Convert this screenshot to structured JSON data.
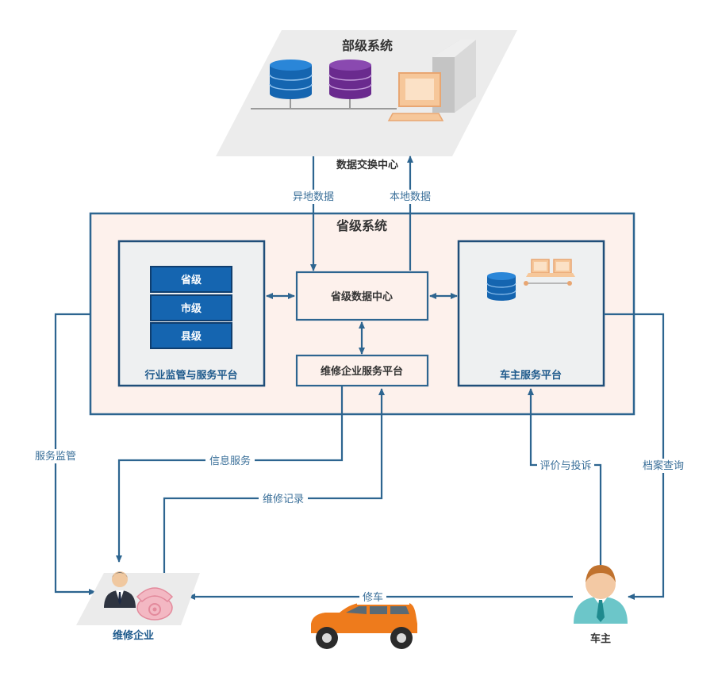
{
  "ministry": {
    "title": "部级系统",
    "exchange_label": "数据交换中心"
  },
  "flows": {
    "remote_data": "异地数据",
    "local_data": "本地数据",
    "service_supervision": "服务监管",
    "info_service": "信息服务",
    "repair_record": "维修记录",
    "review_complaint": "评价与投诉",
    "archive_query": "档案查询",
    "repair_car": "修车"
  },
  "province": {
    "title": "省级系统",
    "data_center": "省级数据中心",
    "repair_platform": "维修企业服务平台",
    "industry_platform": {
      "title": "行业监管与服务平台",
      "levels": [
        "省级",
        "市级",
        "县级"
      ]
    },
    "owner_platform": {
      "title": "车主服务平台"
    }
  },
  "actors": {
    "repair_enterprise": "维修企业",
    "car_owner": "车主"
  },
  "colors": {
    "connector": "#2d6590",
    "accent_blue": "#1565b0",
    "province_bg": "#fdf1ec",
    "panel_bg": "#eef0f1",
    "car_orange": "#ee7b1c"
  }
}
